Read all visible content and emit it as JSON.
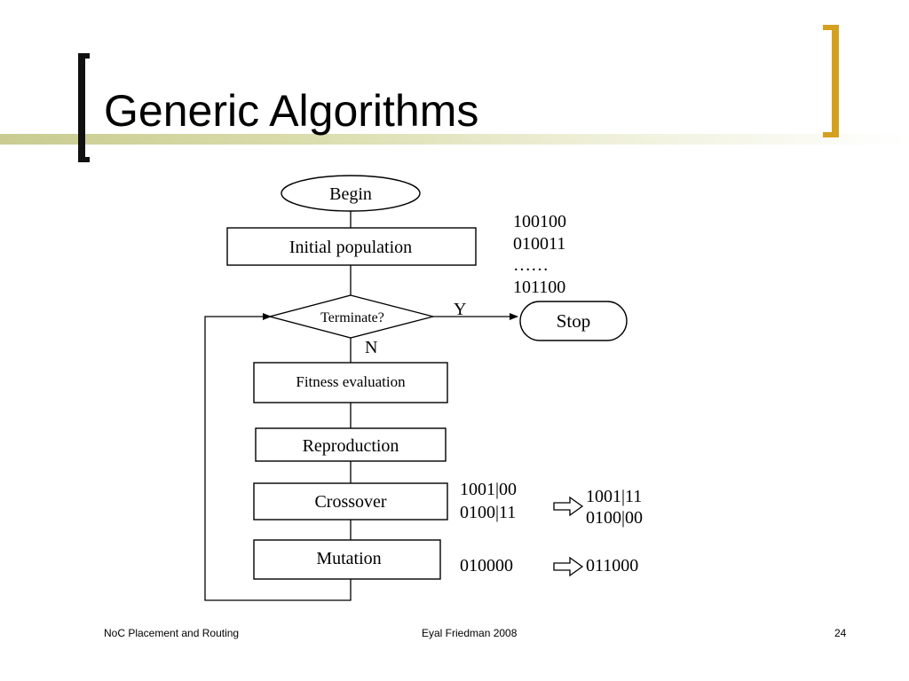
{
  "slide": {
    "title": "Generic Algorithms"
  },
  "flowchart": {
    "begin": "Begin",
    "initial_population": "Initial population",
    "terminate": "Terminate?",
    "yes": "Y",
    "no": "N",
    "stop": "Stop",
    "fitness_evaluation": "Fitness evaluation",
    "reproduction": "Reproduction",
    "crossover": "Crossover",
    "mutation": "Mutation",
    "population_strings": [
      "100100",
      "010011",
      "……",
      "101100"
    ],
    "crossover_before": [
      "1001|00",
      "0100|11"
    ],
    "crossover_after": [
      "1001|11",
      "0100|00"
    ],
    "mutation_before": "010000",
    "mutation_after": "011000"
  },
  "footer": {
    "left": "NoC Placement and Routing",
    "center": "Eyal Friedman 2008",
    "page_number": "24"
  }
}
